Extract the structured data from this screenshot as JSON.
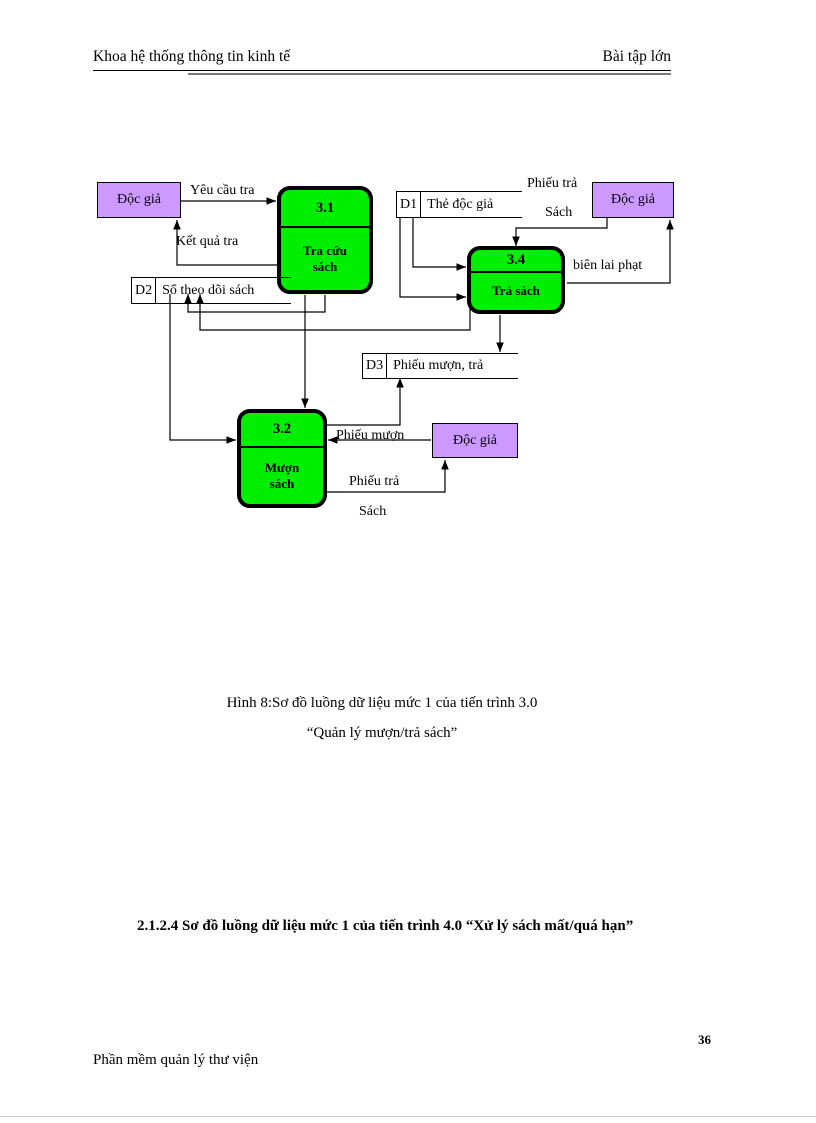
{
  "header": {
    "left": "Khoa hệ thống thông tin kinh tế",
    "right": "Bài tập lớn"
  },
  "diagram": {
    "entities": [
      {
        "id": "reader-left",
        "label": "Độc giả"
      },
      {
        "id": "reader-top-right",
        "label": "Độc giả"
      },
      {
        "id": "reader-bottom-right",
        "label": "Độc giả"
      }
    ],
    "processes": [
      {
        "id": "p31",
        "number": "3.1",
        "name_line1": "Tra cứu",
        "name_line2": "sách"
      },
      {
        "id": "p34",
        "number": "3.4",
        "name_line1": "Trả sách",
        "name_line2": ""
      },
      {
        "id": "p32",
        "number": "3.2",
        "name_line1": "Mượn",
        "name_line2": "sách"
      }
    ],
    "datastores": [
      {
        "id": "D1",
        "code": "D1",
        "label": "Thẻ độc giả"
      },
      {
        "id": "D2",
        "code": "D2",
        "label": "Sổ theo dõi sách"
      },
      {
        "id": "D3",
        "code": "D3",
        "label": "Phiếu mượn, trả"
      }
    ],
    "flows": [
      {
        "id": "yeu-cau-tra",
        "text": "Yêu cầu tra"
      },
      {
        "id": "ket-qua-tra",
        "text": "Kết quả tra"
      },
      {
        "id": "phieu-tra-sach-1",
        "text": "Phiếu trả"
      },
      {
        "id": "phieu-tra-sach-1b",
        "text": "Sách"
      },
      {
        "id": "bien-lai-phat",
        "text": "biên lai phạt"
      },
      {
        "id": "phieu-muon",
        "text": "Phiếu mượn"
      },
      {
        "id": "phieu-tra-2",
        "text": "Phiếu trả"
      },
      {
        "id": "sach-2",
        "text": "Sách"
      }
    ],
    "colors": {
      "process_fill": "#00ee00",
      "entity_fill": "#cc99ff",
      "stroke": "#000000"
    }
  },
  "caption": {
    "line1": "Hình 8:Sơ đồ luồng dữ liệu mức 1 của tiến trình 3.0",
    "line2": "“Quản  lý mượn/trả  sách”"
  },
  "section_heading": "2.1.2.4 Sơ đồ luồng dữ liệu mức 1 của tiến trình 4.0 “Xử lý sách mất/quá hạn”",
  "footer": {
    "page_number": "36",
    "text": "Phần mềm quản lý thư viện"
  }
}
